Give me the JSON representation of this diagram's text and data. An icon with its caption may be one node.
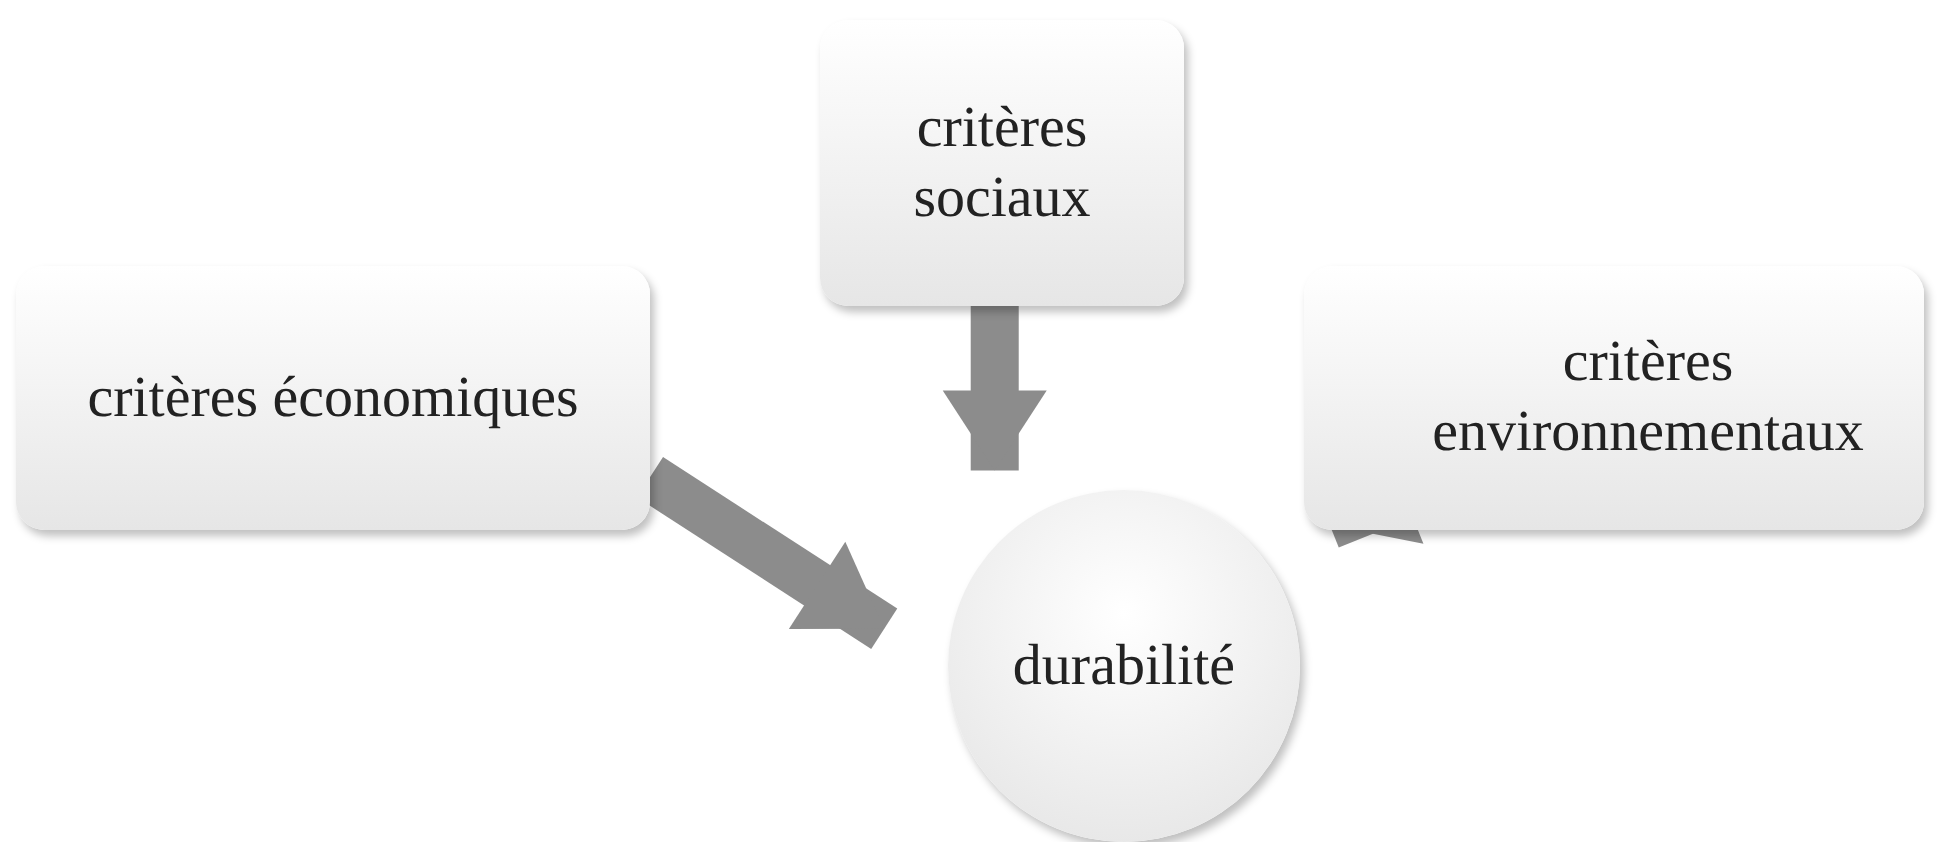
{
  "diagram": {
    "nodes": [
      {
        "text": [
          "critères économiques"
        ]
      },
      {
        "text": [
          "critères sociaux"
        ]
      },
      {
        "text": [
          "critères environnementaux"
        ]
      },
      {
        "text": [
          "durabilité"
        ]
      }
    ],
    "edges": [
      {
        "from": 0,
        "to": 3,
        "arrow": "to"
      },
      {
        "from": 1,
        "to": 3,
        "arrow": "to"
      },
      {
        "from": 2,
        "to": 3,
        "arrow": "to"
      }
    ]
  }
}
